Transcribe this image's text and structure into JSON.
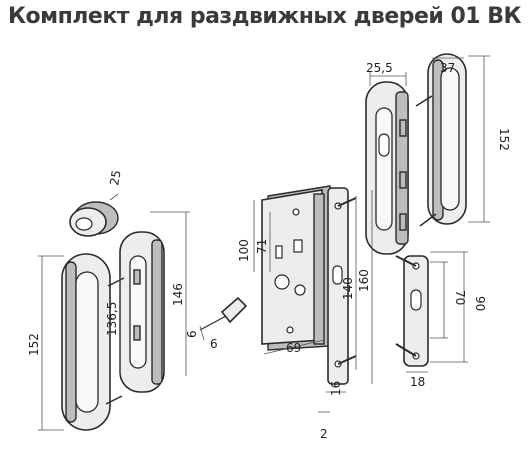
{
  "title": "Комплект для раздвижных дверей 01 ВК",
  "dimensions": {
    "d25_5": "25,5",
    "d37": "37",
    "d152_right": "152",
    "d25_cyl": "25",
    "d100": "100",
    "d71": "71",
    "d140": "140",
    "d160": "160",
    "d70": "70",
    "d90": "90",
    "d152_left": "152",
    "d136_5": "136,5",
    "d146": "146",
    "d6a": "6",
    "d6b": "6",
    "d69": "69",
    "d16": "16",
    "d2": "2",
    "d18": "18"
  }
}
